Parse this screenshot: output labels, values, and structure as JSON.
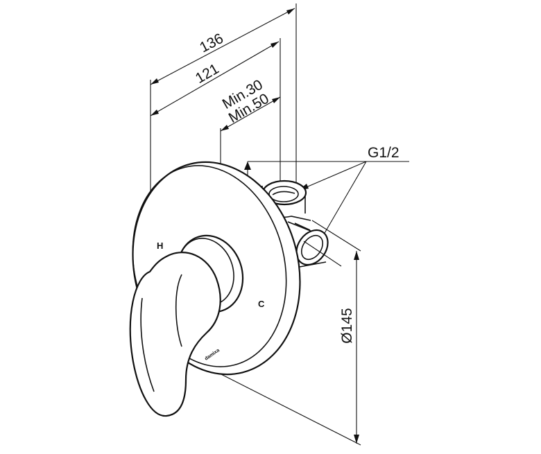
{
  "dimensions": {
    "width_136": "136",
    "width_121": "121",
    "min_30": "Min.30",
    "min_50": "Min.50",
    "thread": "G1/2",
    "diameter": "Ø145"
  },
  "markings": {
    "hot": "H",
    "cold": "C"
  },
  "colors": {
    "line": "#111111",
    "background": "#ffffff"
  }
}
